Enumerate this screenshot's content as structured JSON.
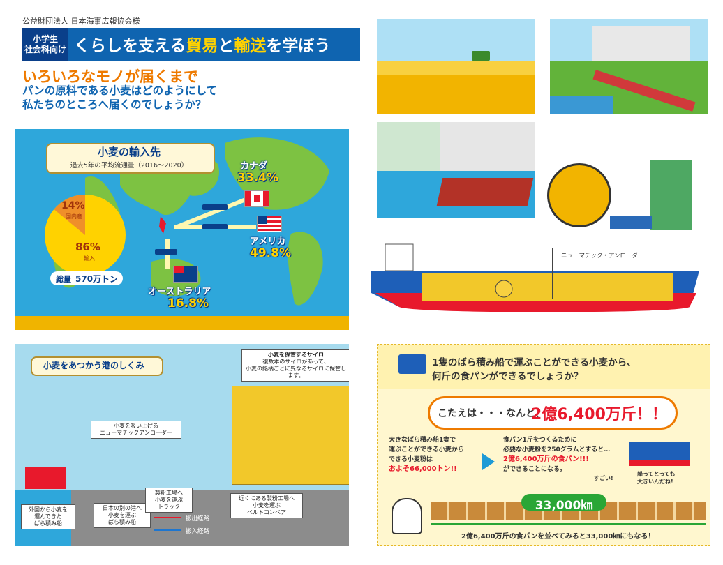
{
  "header": {
    "org": "公益財団法人 日本海事広報協会様",
    "badge_line1": "小学生",
    "badge_line2": "社会科向け",
    "title_pre": "くらしを支える",
    "title_hl1": "貿易",
    "title_mid": "と",
    "title_hl2": "輸送",
    "title_post": "を学ぼう",
    "subtitle": "いろいろなモノが届くまで",
    "lead_line1": "パンの原料である小麦はどのようにして",
    "lead_line2": "私たちのところへ届くのでしょうか？"
  },
  "map": {
    "title": "小麦の輸入先",
    "period": "過去5年の平均流通量（2016～2020）",
    "pie_domestic_pct": "14%",
    "pie_domestic_label": "国内産",
    "pie_import_pct": "86%",
    "pie_import_label": "輸入",
    "pie_domestic_fraction": 0.14,
    "total_label": "総量",
    "total_value": "570万トン",
    "canada_name": "カナダ",
    "canada_pct": "33.4%",
    "usa_name": "アメリカ",
    "usa_pct": "49.8%",
    "australia_name": "オーストラリア",
    "australia_pct": "16.8%"
  },
  "ship_diagram": {
    "unloader_label": "ニューマチック・アンローダー"
  },
  "port": {
    "title": "小麦をあつかう港のしくみ",
    "silo_title": "小麦を保管するサイロ",
    "silo_note1": "複数本のサイロがあって、",
    "silo_note2": "小麦の銘柄ごとに異なるサイロに保管します。",
    "unloader_note1": "小麦を吸い上げる",
    "unloader_note2": "ニューマチックアンローダー",
    "ship_note1": "外国から小麦を",
    "ship_note2": "運んできた",
    "ship_note3": "ばら積み船",
    "coast_note1": "日本の別の港へ",
    "coast_note2": "小麦を運ぶ",
    "coast_note3": "ばら積み船",
    "truck_note1": "製粉工場へ",
    "truck_note2": "小麦を運ぶ",
    "truck_note3": "トラック",
    "conveyor_note1": "近くにある製粉工場へ",
    "conveyor_note2": "小麦を運ぶ",
    "conveyor_note3": "ベルトコンベア",
    "legend_out": "搬出経路",
    "legend_in": "搬入経路"
  },
  "quiz": {
    "question_line1": "1隻のばら積み船で運ぶことができる小麦から、",
    "question_line2": "何斤の食パンができるでしょうか？",
    "answer_pre": "こたえは・・・なんと、",
    "answer_value": "2億6,400万斤！！",
    "left_line1": "大きなばら積み船1隻で",
    "left_line2": "運ぶことができる小麦から",
    "left_line3": "できる小麦粉は",
    "left_line4": "およそ66,000トン!!",
    "mid_line1": "食パン1斤をつくるために",
    "mid_line2": "必要な小麦粉を250グラムとすると…",
    "mid_line3": "2億6,400万斤の食パン!!!",
    "mid_line4": "ができることになる。",
    "exclaim1": "すごい!",
    "exclaim2": "船ってとっても",
    "exclaim3": "大きいんだね!",
    "distance": "33,000㎞",
    "footer": "2億6,400万斤の食パンを並べてみると33,000㎞にもなる！"
  },
  "colors": {
    "brand_blue": "#0f64b0",
    "accent_orange": "#ee7a00",
    "accent_yellow": "#ffd200",
    "ship_red": "#e8192c",
    "ocean": "#2ea7db"
  }
}
